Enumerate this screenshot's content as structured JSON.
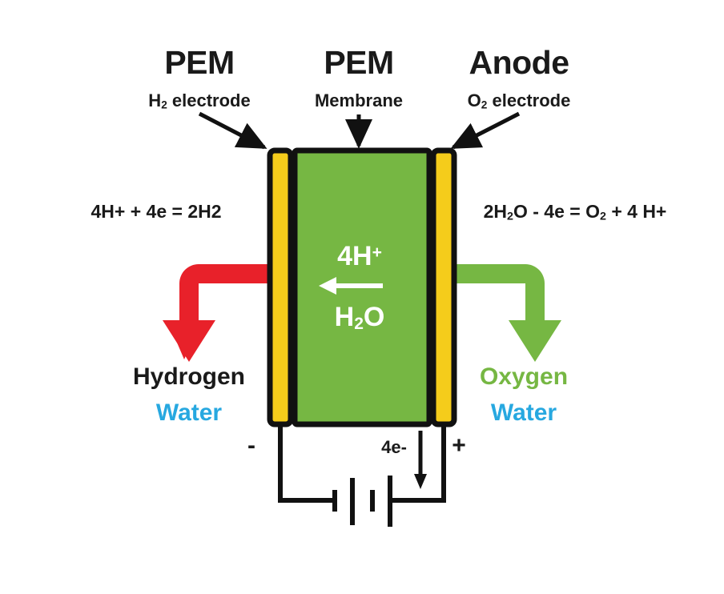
{
  "diagram": {
    "title": "PEM Electrolysis Cell Diagram",
    "colors": {
      "electrode_yellow": "#f5cc1b",
      "membrane_green": "#76b743",
      "outline_black": "#111111",
      "hydrogen_arrow_red": "#e8212a",
      "oxygen_arrow_green": "#76b743",
      "water_blue": "#27a8e0",
      "text_black": "#1a1a1a",
      "background": "#ffffff"
    },
    "callouts": [
      {
        "id": "cathode",
        "title": "PEM",
        "subtitle_prefix": "H",
        "subtitle_sub": "2",
        "subtitle_suffix": " electrode",
        "subtitle_plain": "H2 electrode",
        "pointer": "diagonal-arrow-down-right"
      },
      {
        "id": "membrane",
        "title": "PEM",
        "subtitle_prefix": "Membrane",
        "subtitle_sub": "",
        "subtitle_suffix": "",
        "subtitle_plain": "Membrane",
        "pointer": "vertical-arrow-down"
      },
      {
        "id": "anode",
        "title": "Anode",
        "subtitle_prefix": "O",
        "subtitle_sub": "2",
        "subtitle_suffix": " electrode",
        "subtitle_plain": "O2 electrode",
        "pointer": "diagonal-arrow-down-left"
      }
    ],
    "equations": {
      "cathode_reaction": "4H+ + 4e = 2H2",
      "anode_reaction_parts": {
        "p1": "2H",
        "s1": "2",
        "p2": "O - 4e = O",
        "s2": "2",
        "p3": " + 4 H+"
      },
      "anode_reaction_plain": "2H2O - 4e = O2 + 4 H+"
    },
    "membrane_labels": {
      "ion_prefix": "4H",
      "ion_sup": "+",
      "ion_plain": "4H+",
      "transport_arrow": "left-arrow",
      "water_prefix": "H",
      "water_sub": "2",
      "water_suffix": "O",
      "water_plain": "H2O"
    },
    "products": {
      "left_gas": "Hydrogen",
      "left_liquid": "Water",
      "right_gas": "Oxygen",
      "right_liquid": "Water"
    },
    "circuit": {
      "negative_terminal": "-",
      "positive_terminal": "+",
      "electron_label": "4e-",
      "electron_flow_arrow": "down-arrow",
      "power_source": "battery-symbol"
    }
  }
}
